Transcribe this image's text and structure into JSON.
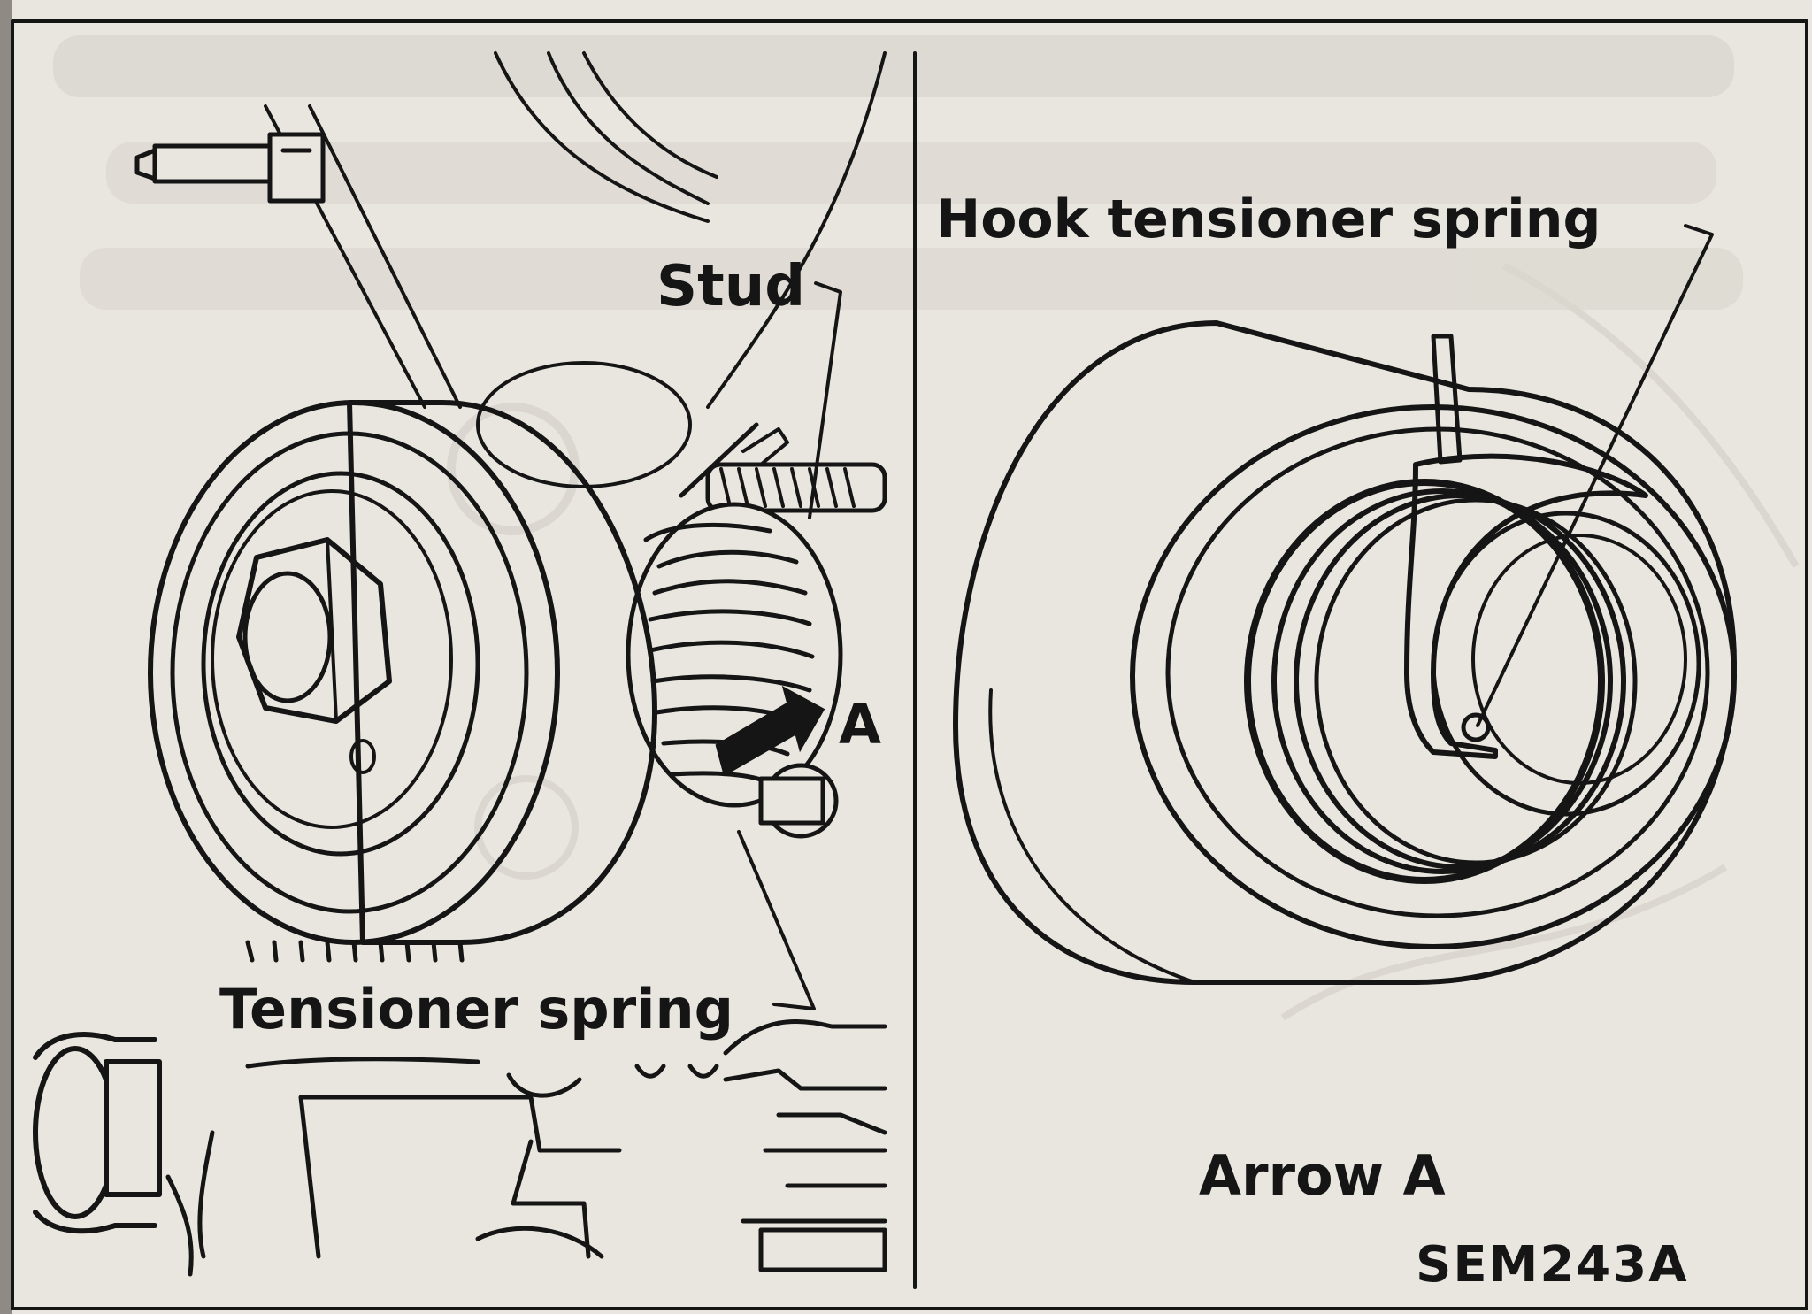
{
  "left_panel": {
    "labels": {
      "stud": "Stud",
      "arrow_marker": "A",
      "tensioner_spring": "Tensioner spring"
    }
  },
  "right_panel": {
    "labels": {
      "hook_tensioner_spring": "Hook tensioner spring",
      "arrow_view": "Arrow A"
    }
  },
  "figure_code": "SEM243A",
  "colors": {
    "ink": "#151515",
    "paper": "#e9e6df",
    "bleed_through": "#c9c5bd"
  }
}
